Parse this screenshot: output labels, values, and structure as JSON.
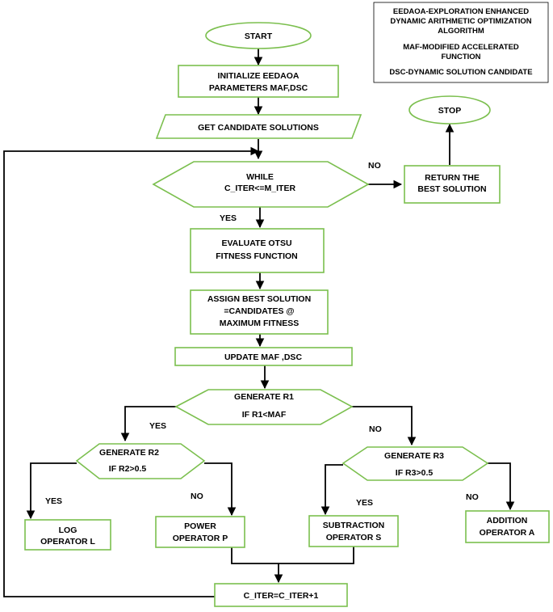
{
  "legend": {
    "line1": "EEDAOA-EXPLORATION ENHANCED",
    "line2": "DYNAMIC ARITHMETIC OPTIMIZATION",
    "line3": "ALGORITHM",
    "line4": "MAF-MODIFIED ACCELERATED",
    "line5": "FUNCTION",
    "line6": "DSC-DYNAMIC SOLUTION CANDIDATE"
  },
  "nodes": {
    "start": "START",
    "init_1": "INITIALIZE EEDAOA",
    "init_2": "PARAMETERS MAF,DSC",
    "get_candidates": "GET CANDIDATE SOLUTIONS",
    "while_1": "WHILE",
    "while_2": "C_ITER<=M_ITER",
    "return_1": "RETURN THE",
    "return_2": "BEST SOLUTION",
    "stop": "STOP",
    "eval_1": "EVALUATE OTSU",
    "eval_2": "FITNESS FUNCTION",
    "assign_1": "ASSIGN BEST SOLUTION",
    "assign_2": "=CANDIDATES @",
    "assign_3": "MAXIMUM FITNESS",
    "update": "UPDATE MAF ,DSC",
    "r1_1": "GENERATE R1",
    "r1_2": "IF R1<MAF",
    "r2_1": "GENERATE R2",
    "r2_2": "IF R2>0.5",
    "r3_1": "GENERATE R3",
    "r3_2": "IF R3>0.5",
    "log_1": "LOG",
    "log_2": "OPERATOR L",
    "power_1": "POWER",
    "power_2": "OPERATOR P",
    "sub_1": "SUBTRACTION",
    "sub_2": "OPERATOR S",
    "add_1": "ADDITION",
    "add_2": "OPERATOR A",
    "iter": "C_ITER=C_ITER+1"
  },
  "edge_labels": {
    "while_no": "NO",
    "while_yes": "YES",
    "r1_yes": "YES",
    "r1_no": "NO",
    "r2_yes": "YES",
    "r2_no": "NO",
    "r3_yes": "YES",
    "r3_no": "NO"
  }
}
